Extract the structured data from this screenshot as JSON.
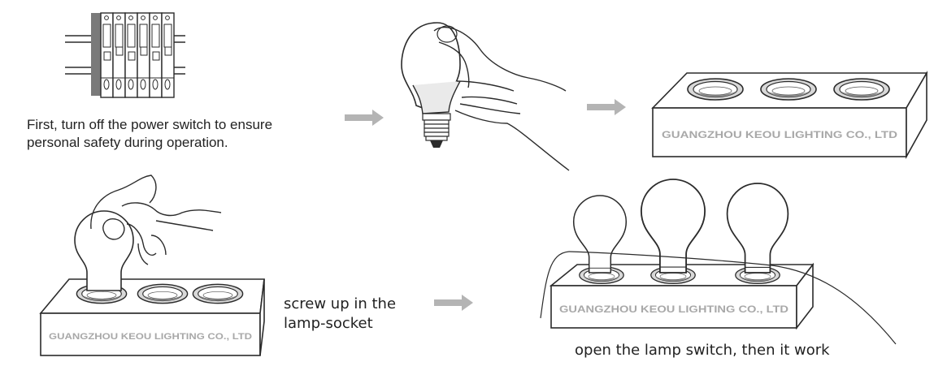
{
  "steps": [
    {
      "caption": [
        "First, turn off the power switch to ensure",
        "personal safety during operation."
      ]
    },
    {
      "caption": [
        "screw up in the",
        "lamp-socket"
      ]
    },
    {
      "caption": [
        "open the lamp switch, then it work"
      ]
    }
  ],
  "socket_brand": "GUANGZHOU KEOU  LIGHTING CO., LTD",
  "colors": {
    "line": "#2b2b2b",
    "arrow": "#b4b4b4",
    "bulb_fill": "#ffffff",
    "ring_shade": "#8c8c8c",
    "brand_text": "#a8a8a8"
  },
  "icons": [
    "breaker-panel-icon",
    "hand-holding-bulb-icon",
    "socket-box-icon",
    "arrow-right-icon"
  ]
}
